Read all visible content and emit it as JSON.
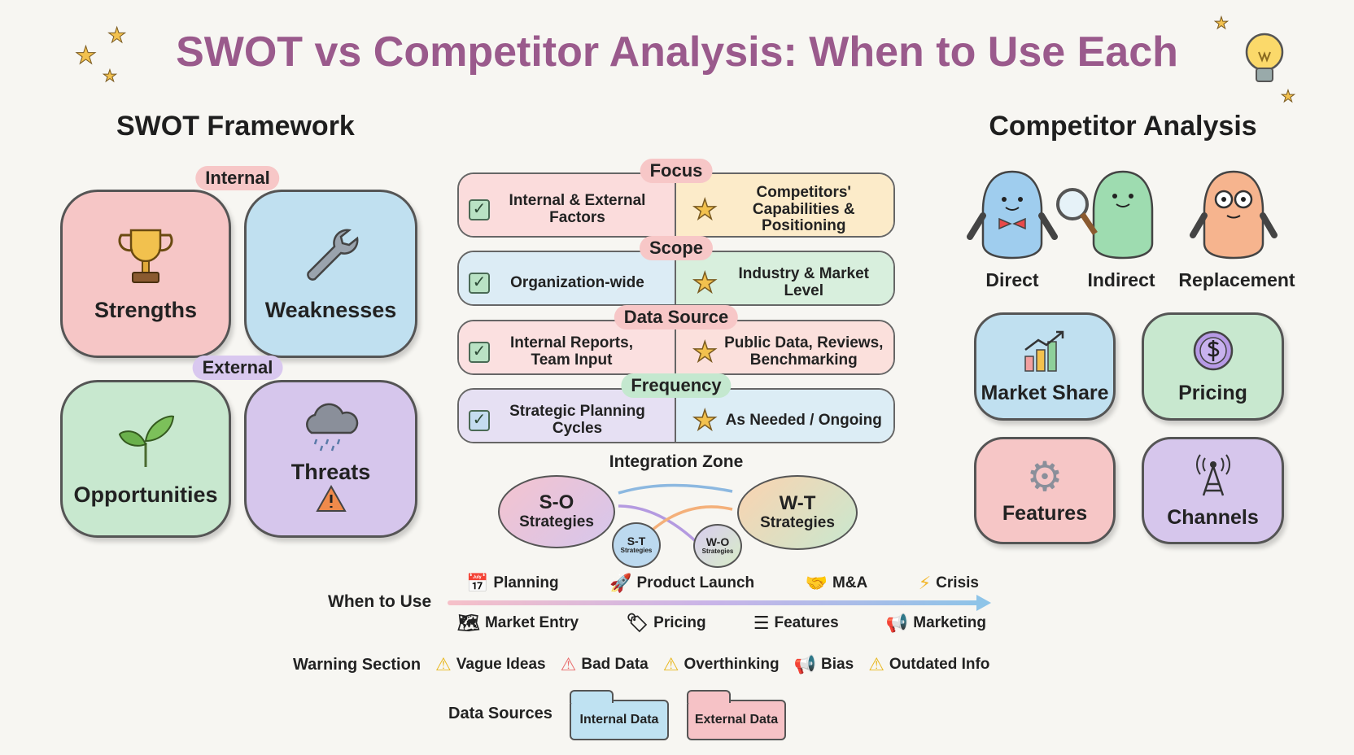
{
  "title": "SWOT vs Competitor Analysis: When to Use Each",
  "swot": {
    "heading": "SWOT Framework",
    "internal_label": "Internal",
    "external_label": "External",
    "quadrants": [
      {
        "label": "Strengths",
        "icon": "trophy-icon",
        "color": "#f6c6c6"
      },
      {
        "label": "Weaknesses",
        "icon": "wrench-icon",
        "color": "#c0e0f0"
      },
      {
        "label": "Opportunities",
        "icon": "sprout-icon",
        "color": "#c8e8cf"
      },
      {
        "label": "Threats",
        "icon": "storm-cloud-icon",
        "color": "#d6c6ec"
      }
    ]
  },
  "comparison": [
    {
      "category": "Focus",
      "swot": "Internal & External Factors",
      "competitor": "Competitors' Capabilities & Positioning"
    },
    {
      "category": "Scope",
      "swot": "Organization-wide",
      "competitor": "Industry & Market Level"
    },
    {
      "category": "Data Source",
      "swot": "Internal Reports, Team Input",
      "competitor": "Public Data, Reviews, Benchmarking"
    },
    {
      "category": "Frequency",
      "swot": "Strategic Planning Cycles",
      "competitor": "As Needed / Ongoing"
    }
  ],
  "integration": {
    "title": "Integration Zone",
    "so": {
      "code": "S-O",
      "label": "Strategies"
    },
    "wt": {
      "code": "W-T",
      "label": "Strategies"
    },
    "st": {
      "code": "S-T",
      "label": "Strategies"
    },
    "wo": {
      "code": "W-O",
      "label": "Strategies"
    }
  },
  "when_to_use": {
    "label": "When to Use",
    "top": [
      {
        "label": "Planning",
        "icon": "calendar-icon"
      },
      {
        "label": "Product Launch",
        "icon": "rocket-icon"
      },
      {
        "label": "M&A",
        "icon": "handshake-icon"
      },
      {
        "label": "Crisis",
        "icon": "lightning-icon"
      }
    ],
    "bottom": [
      {
        "label": "Market Entry",
        "icon": "map-icon"
      },
      {
        "label": "Pricing",
        "icon": "price-tag-icon"
      },
      {
        "label": "Features",
        "icon": "list-icon"
      },
      {
        "label": "Marketing",
        "icon": "megaphone-icon"
      }
    ]
  },
  "warnings": {
    "label": "Warning Section",
    "items": [
      {
        "label": "Vague Ideas",
        "icon": "warning-icon"
      },
      {
        "label": "Bad Data",
        "icon": "alert-icon"
      },
      {
        "label": "Overthinking",
        "icon": "warning-icon"
      },
      {
        "label": "Bias",
        "icon": "megaphone-icon"
      },
      {
        "label": "Outdated Info",
        "icon": "warning-icon"
      }
    ]
  },
  "data_sources": {
    "label": "Data Sources",
    "internal": "Internal Data",
    "external": "External Data"
  },
  "competitor": {
    "heading": "Competitor Analysis",
    "types": [
      "Direct",
      "Indirect",
      "Replacement"
    ],
    "cards": [
      {
        "label": "Market Share",
        "icon": "bar-chart-icon",
        "color": "#c0e0f0"
      },
      {
        "label": "Pricing",
        "icon": "dollar-coin-icon",
        "color": "#c8e8cf"
      },
      {
        "label": "Features",
        "icon": "gear-icon",
        "color": "#f6c6c6"
      },
      {
        "label": "Channels",
        "icon": "antenna-icon",
        "color": "#d6c6ec"
      }
    ]
  }
}
